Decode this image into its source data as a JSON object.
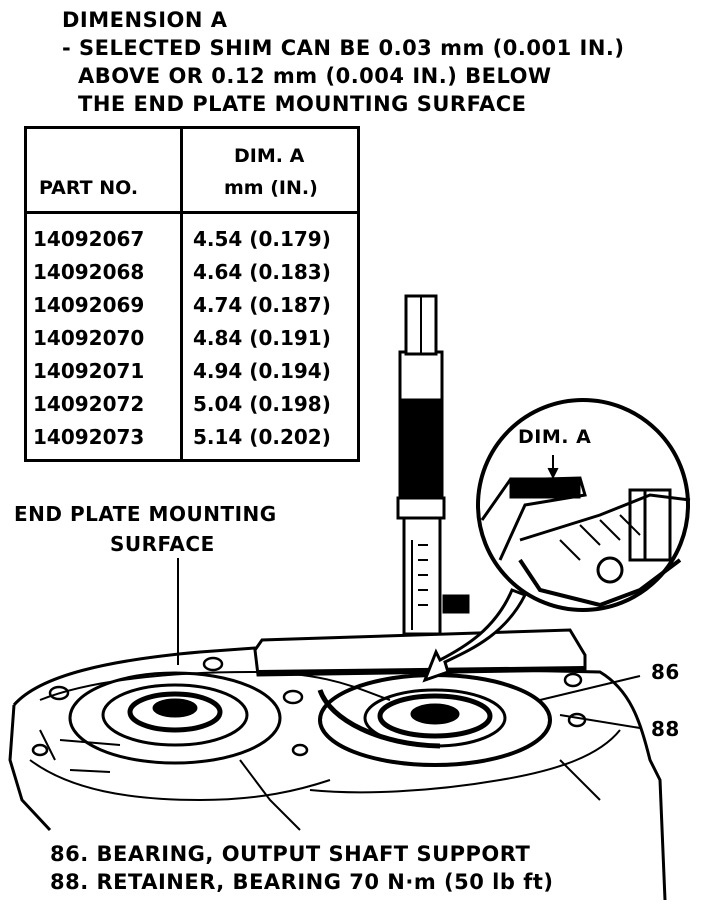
{
  "header": {
    "title": "DIMENSION A",
    "note_line1": "- SELECTED SHIM CAN BE 0.03 mm (0.001 IN.)",
    "note_line2": "ABOVE OR 0.12 mm (0.004 IN.) BELOW",
    "note_line3": "THE END PLATE MOUNTING SURFACE"
  },
  "table": {
    "col1_header": "PART NO.",
    "col2_header_line1": "DIM. A",
    "col2_header_line2": "mm (IN.)",
    "rows": [
      {
        "part": "14092067",
        "dim": "4.54 (0.179)"
      },
      {
        "part": "14092068",
        "dim": "4.64 (0.183)"
      },
      {
        "part": "14092069",
        "dim": "4.74 (0.187)"
      },
      {
        "part": "14092070",
        "dim": "4.84 (0.191)"
      },
      {
        "part": "14092071",
        "dim": "4.94 (0.194)"
      },
      {
        "part": "14092072",
        "dim": "5.04 (0.198)"
      },
      {
        "part": "14092073",
        "dim": "5.14 (0.202)"
      }
    ]
  },
  "labels": {
    "surface_line1": "END PLATE MOUNTING",
    "surface_line2": "SURFACE",
    "detail_dim": "DIM. A",
    "callout_86": "86",
    "callout_88": "88"
  },
  "caption": {
    "line1": "86. BEARING, OUTPUT SHAFT SUPPORT",
    "line2": "88. RETAINER, BEARING 70 N·m (50 lb ft)"
  }
}
